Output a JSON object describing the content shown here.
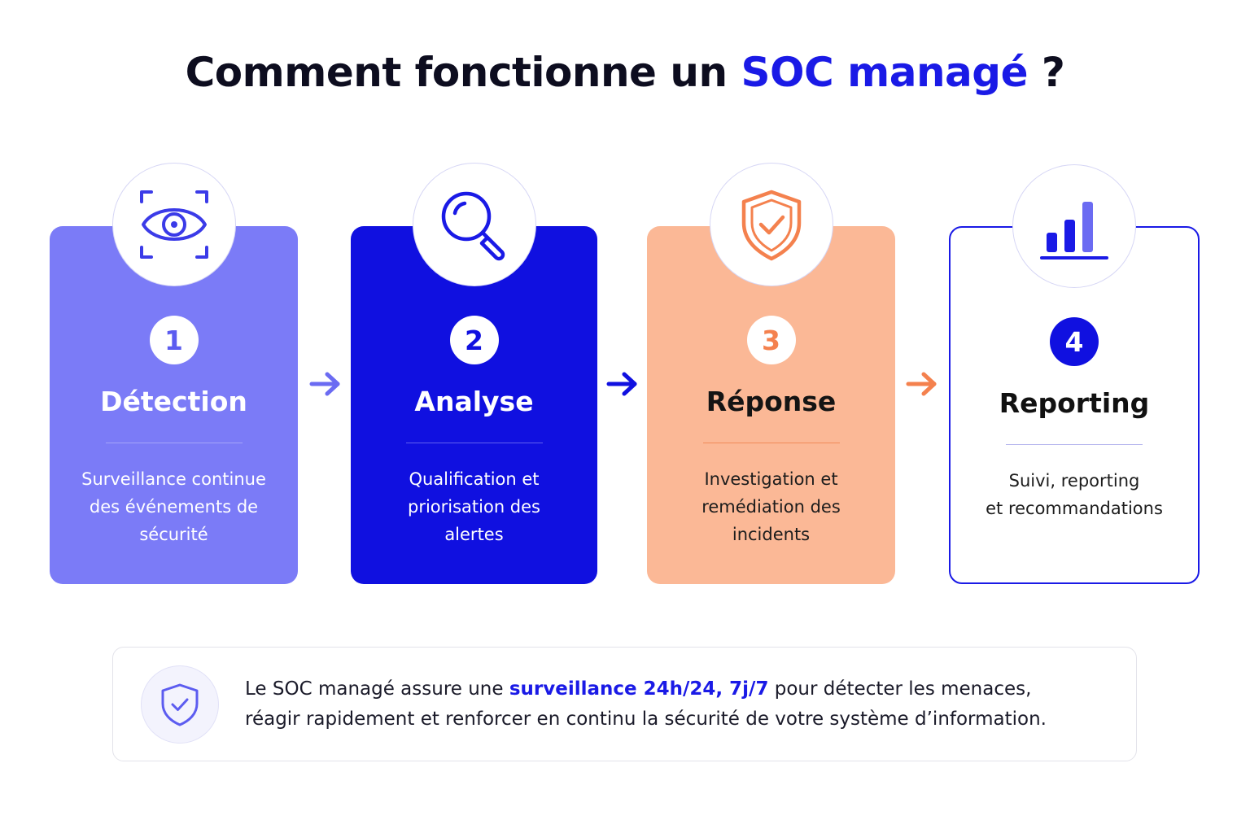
{
  "title": {
    "part1": "Comment fonctionne un ",
    "accent": "SOC managé",
    "part2": " ?"
  },
  "steps": [
    {
      "number": "1",
      "heading": "Détection",
      "desc": [
        "Surveillance continue",
        "des événements de",
        "sécurité"
      ],
      "icon": "eye-icon"
    },
    {
      "number": "2",
      "heading": "Analyse",
      "desc": [
        "Qualification et",
        "priorisation des",
        "alertes"
      ],
      "icon": "magnifier-icon"
    },
    {
      "number": "3",
      "heading": "Réponse",
      "desc": [
        "Investigation et",
        "remédiation des",
        "incidents"
      ],
      "icon": "shield-check-icon"
    },
    {
      "number": "4",
      "heading": "Reporting",
      "desc": [
        "Suivi, reporting",
        "et recommandations"
      ],
      "icon": "bar-chart-icon"
    }
  ],
  "note": {
    "text_before": "Le SOC managé assure une ",
    "highlight": "surveillance 24h/24, 7j/7",
    "text_after_line1": " pour détecter les menaces,",
    "line2": "réagir rapidement et renforcer en continu la sécurité de votre système d’information.",
    "icon": "shield-check-icon"
  },
  "colors": {
    "accent": "#1a1ae6",
    "step1": "#7b7bf7",
    "step2": "#1010e0",
    "step3": "#fbb896",
    "step3_accent": "#f4814e",
    "step4_border": "#1a1ae6"
  }
}
